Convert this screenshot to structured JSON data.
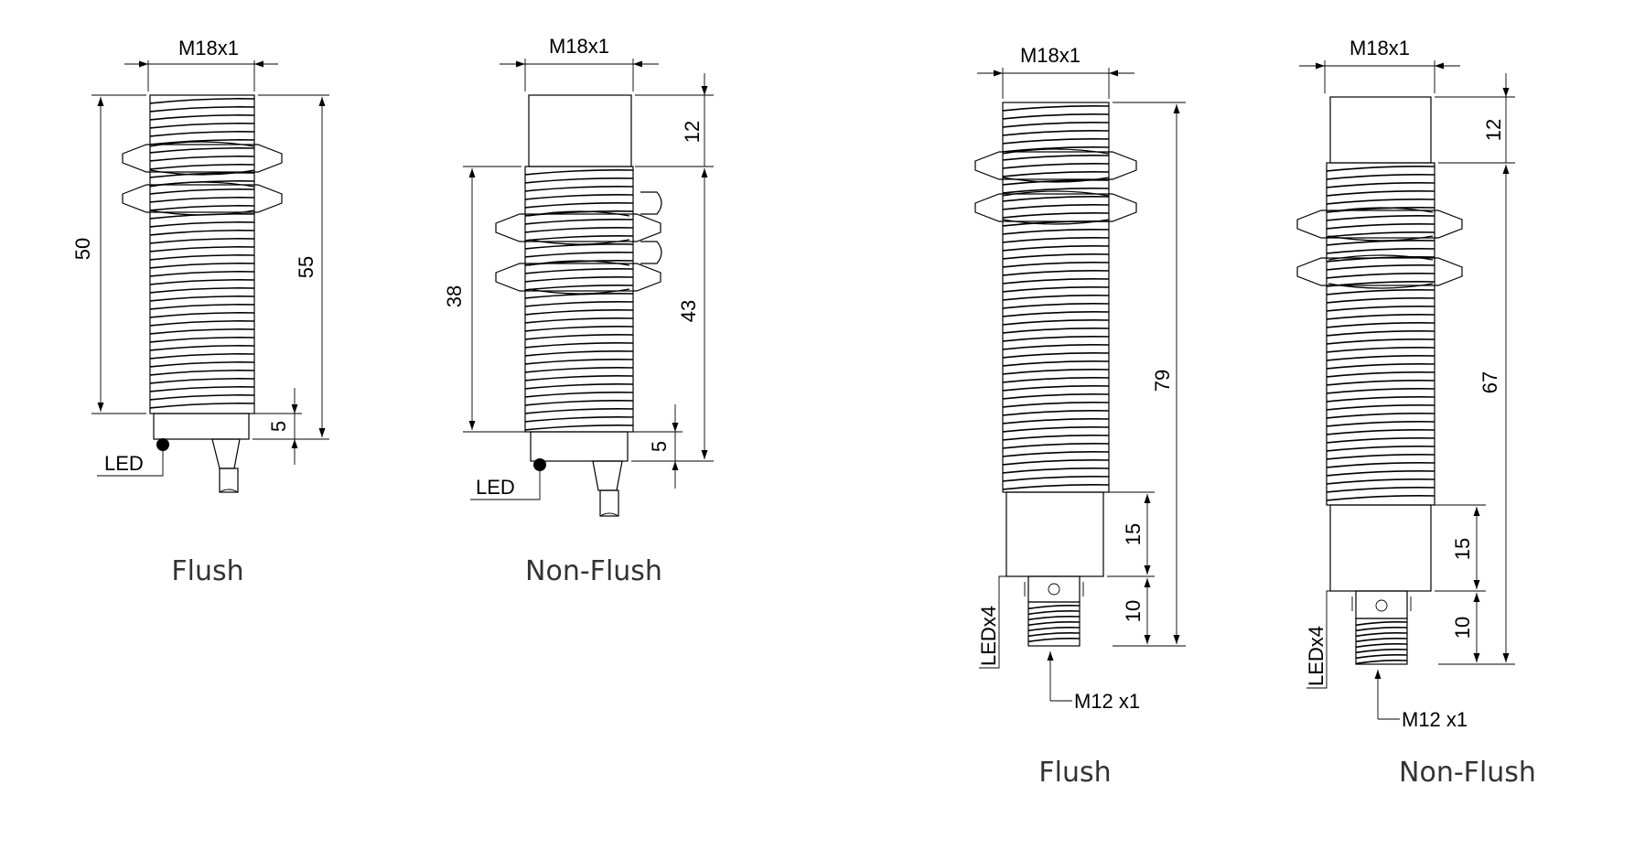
{
  "drawings": [
    {
      "thread_label": "M18x1",
      "len_a": "50",
      "len_b": "55",
      "len_c": "5",
      "led_label": "LED",
      "caption": "Flush"
    },
    {
      "thread_label": "M18x1",
      "len_top": "12",
      "len_a": "38",
      "len_b": "43",
      "len_c": "5",
      "led_label": "LED",
      "caption": "Non-Flush"
    },
    {
      "thread_label": "M18x1",
      "len_total": "79",
      "len_body": "15",
      "len_conn": "10",
      "led_label": "LEDx4",
      "conn_label": "M12 x1",
      "caption": "Flush"
    },
    {
      "thread_label": "M18x1",
      "len_top": "12",
      "len_total": "67",
      "len_body": "15",
      "len_conn": "10",
      "led_label": "LEDx4",
      "conn_label": "M12 x1",
      "caption": "Non-Flush"
    }
  ]
}
